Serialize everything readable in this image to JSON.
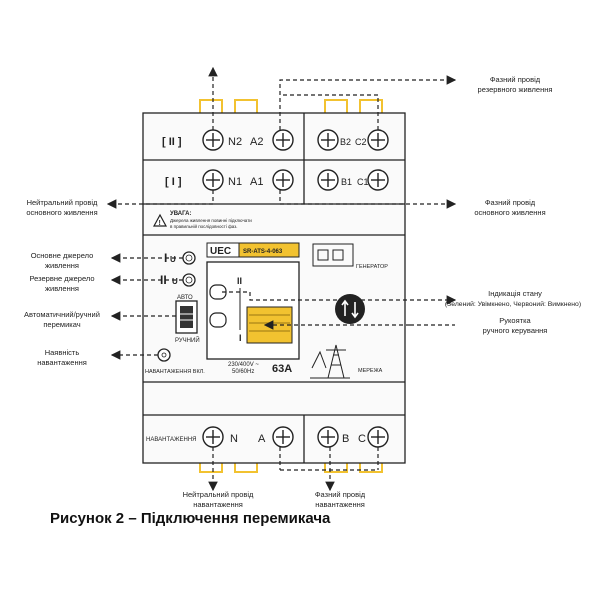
{
  "figure": {
    "caption": "Рисунок 2 – Підключення перемикача"
  },
  "device": {
    "row_top_roman": "[ II ]",
    "row_mid_roman": "[ I ]",
    "top_terminals": [
      "N2",
      "A2",
      "B2",
      "C2"
    ],
    "mid_terminals": [
      "N1",
      "A1",
      "B1",
      "C1"
    ],
    "bottom_terminals": [
      "N",
      "A",
      "B",
      "C"
    ],
    "bottom_row_label": "НАВАНТАЖЕННЯ",
    "warning_title": "УВАГА:",
    "warning_line1": "Джерела живлення повинні підключати",
    "warning_line2": "в правильній послідовності фаз.",
    "brand": "UEC",
    "model": "SR-ATS-4-063",
    "generator_label": "ГЕНЕРАТОР",
    "network_label": "МЕРЕЖА",
    "source_1": "I",
    "source_2": "II",
    "auto_label": "АВТО",
    "manual_label": "РУЧНИЙ",
    "load_on_label": "НАВАНТАЖЕННЯ ВКЛ.",
    "voltage_line1": "230/400V ~",
    "voltage_line2": "50/60Hz",
    "current_rating": "63A",
    "handle_pos_top": "II",
    "handle_pos_bottom": "I"
  },
  "callouts": {
    "reserve_phase": [
      "Фазний провід",
      "резервного живлення"
    ],
    "main_neutral": [
      "Нейтральний провід",
      "основного живлення"
    ],
    "main_phase": [
      "Фазний провід",
      "основного живлення"
    ],
    "main_source": [
      "Основне джерело",
      "живлення"
    ],
    "reserve_source": [
      "Резервне джерело",
      "живлення"
    ],
    "auto_manual": [
      "Автоматичний/ручний",
      "перемикач"
    ],
    "load_present": [
      "Наявність",
      "навантаження"
    ],
    "state_indication": [
      "Індикація стану",
      "(Зелений: Увімкнено, Червоний: Вимкнено)"
    ],
    "manual_handle": [
      "Рукоятка",
      "ручного керування"
    ],
    "load_neutral": [
      "Нейтральний провід",
      "навантаження"
    ],
    "load_phase": [
      "Фазний провід",
      "навантаження"
    ]
  },
  "colors": {
    "line": "#222222",
    "accent_yellow": "#f2c230",
    "body": "#fafafa"
  }
}
